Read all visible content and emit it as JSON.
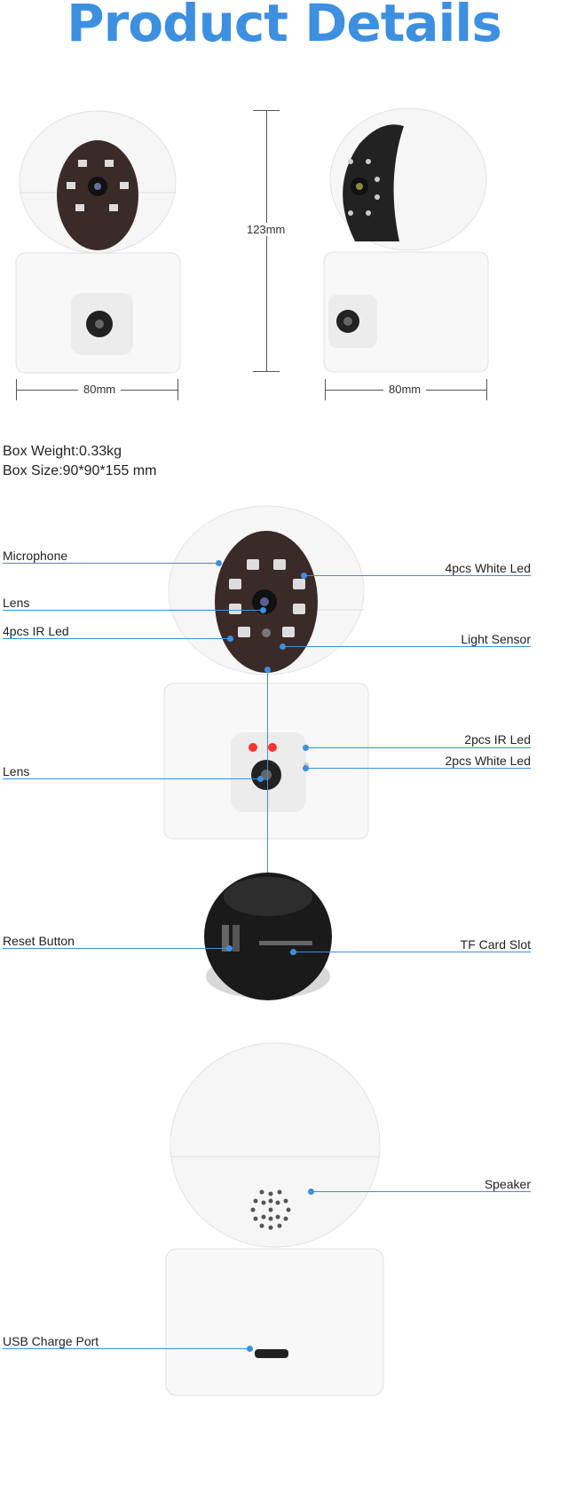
{
  "header": {
    "title": "Product Details"
  },
  "dimensions": {
    "height": "123mm",
    "width_front": "80mm",
    "width_side": "80mm"
  },
  "box_info": {
    "weight": "Box Weight:0.33kg",
    "size": "Box Size:90*90*155 mm"
  },
  "callouts": {
    "microphone": "Microphone",
    "lens_top": "Lens",
    "ir_led_4": "4pcs IR Led",
    "white_led_4": "4pcs White Led",
    "light_sensor": "Light Sensor",
    "ir_led_2": "2pcs IR Led",
    "white_led_2": "2pcs White Led",
    "lens_bottom": "Lens",
    "reset_button": "Reset Button",
    "tf_card_slot": "TF Card Slot",
    "speaker": "Speaker",
    "usb_port": "USB Charge Port"
  },
  "colors": {
    "title": "#3d8fe0",
    "callout_line": "#3d8fe0",
    "camera_body": "#f4f4f4",
    "lens_face": "#3a2a28"
  }
}
